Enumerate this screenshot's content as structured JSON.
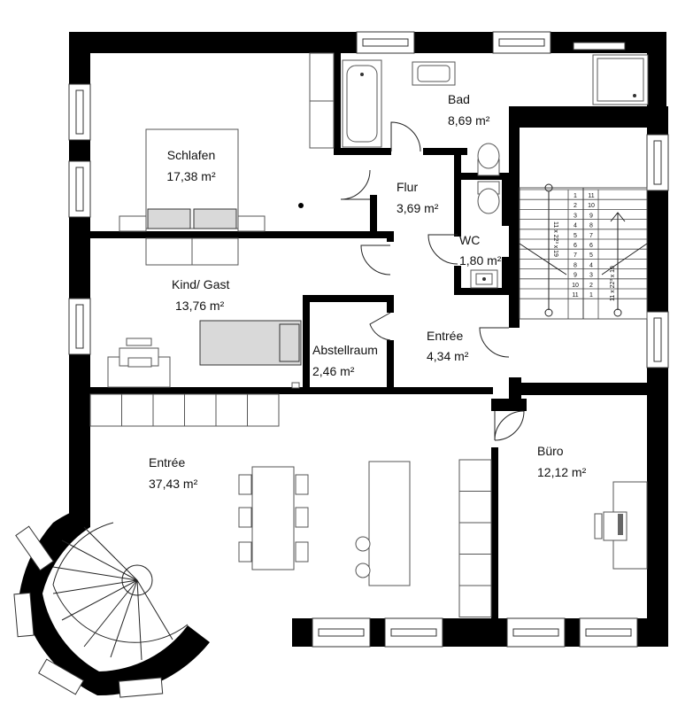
{
  "floorplan": {
    "rooms": [
      {
        "key": "schlafen",
        "name": "Schlafen",
        "area": "17,38 m²"
      },
      {
        "key": "bad",
        "name": "Bad",
        "area": "8,69 m²"
      },
      {
        "key": "flur",
        "name": "Flur",
        "area": "3,69 m²"
      },
      {
        "key": "wc",
        "name": "WC",
        "area": "1,80 m²"
      },
      {
        "key": "kind",
        "name": "Kind/ Gast",
        "area": "13,76 m²"
      },
      {
        "key": "abstellraum",
        "name": "Abstellraum",
        "area": "2,46 m²"
      },
      {
        "key": "entree_small",
        "name": "Entrée",
        "area": "4,34 m²"
      },
      {
        "key": "entree_large",
        "name": "Entrée",
        "area": "37,43 m²"
      },
      {
        "key": "buero",
        "name": "Büro",
        "area": "12,12 m²"
      }
    ],
    "stairs": {
      "left_flight_numbers": [
        "1",
        "2",
        "3",
        "4",
        "5",
        "6",
        "7",
        "8",
        "9",
        "10",
        "11"
      ],
      "right_flight_numbers": [
        "11",
        "10",
        "9",
        "8",
        "7",
        "6",
        "5",
        "4",
        "3",
        "2",
        "1"
      ],
      "left_dim": "11 x 22³ x 19",
      "right_dim": "11 x 22³ x 19"
    }
  }
}
